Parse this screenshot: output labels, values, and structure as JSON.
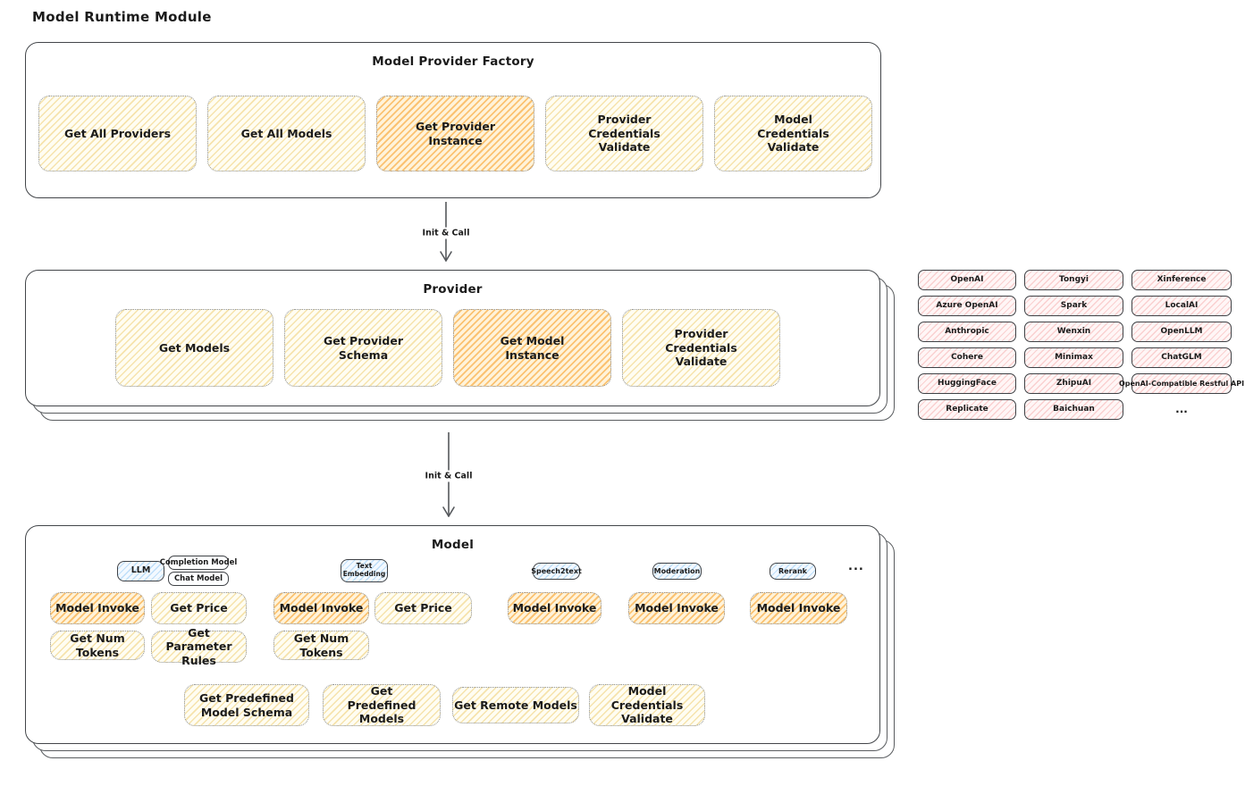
{
  "page": {
    "title": "Model Runtime Module"
  },
  "colors": {
    "card_border": "#43464a",
    "light_box_hatch": "#f4dea0",
    "highlight_box_hatch": "#fab95f",
    "pink_hatch": "#f8c3c3",
    "blue_hatch": "#b0d8f8"
  },
  "factory": {
    "title": "Model Provider Factory",
    "boxes": [
      {
        "label": "Get All Providers"
      },
      {
        "label": "Get All Models"
      },
      {
        "label": "Get Provider Instance"
      },
      {
        "label": "Provider Credentials Validate"
      },
      {
        "label": "Model Credentials Validate"
      }
    ]
  },
  "arrow1": {
    "label": "Init & Call"
  },
  "arrow2": {
    "label": "Init & Call"
  },
  "provider": {
    "title": "Provider",
    "boxes": [
      {
        "label": "Get Models"
      },
      {
        "label": "Get Provider Schema"
      },
      {
        "label": "Get Model Instance"
      },
      {
        "label": "Provider Credentials Validate"
      }
    ]
  },
  "model": {
    "title": "Model",
    "badges": {
      "llm": "LLM",
      "completion_model": "Completion Model",
      "chat_model": "Chat Model",
      "text_embedding": "Text Embedding",
      "speech2text": "Speech2text",
      "moderation": "Moderation",
      "rerank": "Rerank",
      "more": "..."
    },
    "functions": {
      "model_invoke": "Model Invoke",
      "get_price": "Get Price",
      "get_num_tokens": "Get Num Tokens",
      "get_parameter_rules": "Get Parameter Rules"
    },
    "bottom_boxes": [
      {
        "label": "Get Predefined Model Schema"
      },
      {
        "label": "Get Predefined Models"
      },
      {
        "label": "Get Remote Models"
      },
      {
        "label": "Model Credentials Validate"
      }
    ]
  },
  "providers_grid": {
    "items": [
      "OpenAI",
      "Tongyi",
      "Xinference",
      "Azure OpenAI",
      "Spark",
      "LocalAI",
      "Anthropic",
      "Wenxin",
      "OpenLLM",
      "Cohere",
      "Minimax",
      "ChatGLM",
      "HuggingFace",
      "ZhipuAI",
      "OpenAI-Compatible Restful API",
      "Replicate",
      "Baichuan"
    ],
    "more": "..."
  }
}
